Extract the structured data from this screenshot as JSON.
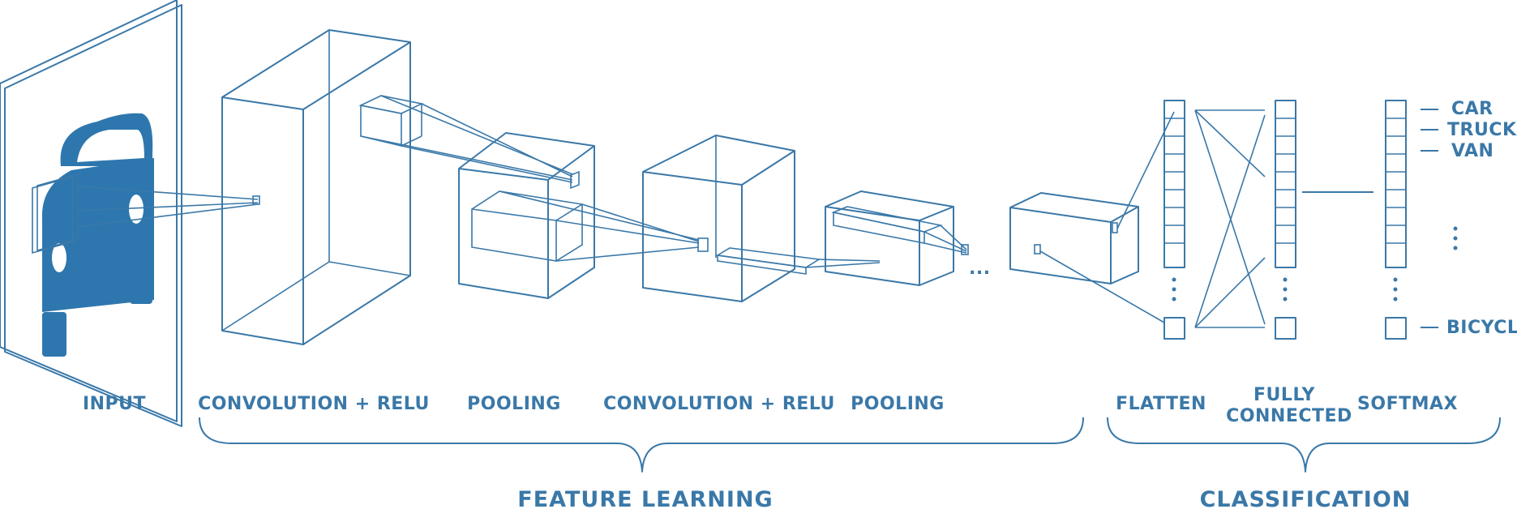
{
  "stage_labels": {
    "input": "INPUT",
    "conv1": "CONVOLUTION + RELU",
    "pool1": "POOLING",
    "conv2": "CONVOLUTION + RELU",
    "pool2": "POOLING",
    "flatten": "FLATTEN",
    "fc_line1": "FULLY",
    "fc_line2": "CONNECTED",
    "softmax": "SOFTMAX"
  },
  "group_labels": {
    "feature_learning": "FEATURE LEARNING",
    "classification": "CLASSIFICATION"
  },
  "output_classes": [
    "CAR",
    "TRUCK",
    "VAN",
    "BICYCLE"
  ],
  "ellipsis": "...",
  "colors": {
    "stroke": "#3a78a8",
    "fill": "#2e77ae",
    "background": "#ffffff"
  }
}
